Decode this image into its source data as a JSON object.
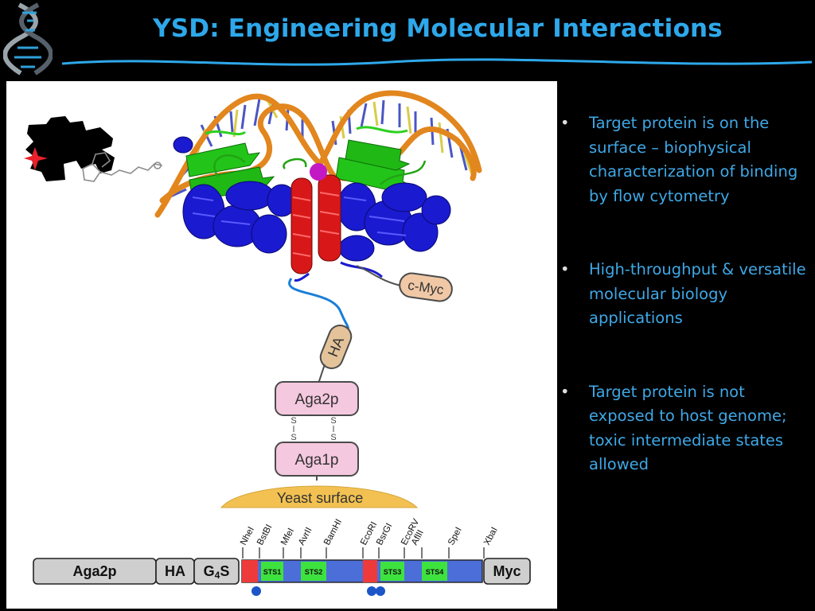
{
  "slide": {
    "title": "YSD: Engineering Molecular Interactions"
  },
  "bullets": [
    {
      "marker": "•",
      "text": "Target protein is on the surface – biophysical characterization of binding by flow cytometry"
    },
    {
      "marker": "•",
      "text": "High-throughput & versatile molecular biology applications"
    },
    {
      "marker": "•",
      "text": "Target protein is not exposed to host genome; toxic intermediate states allowed"
    }
  ],
  "figure": {
    "tags": {
      "cmyc": "c-Myc",
      "ha": "HA",
      "aga2p": "Aga2p",
      "aga1p": "Aga1p",
      "disulfide_s": "S",
      "yeast_surface": "Yeast surface"
    },
    "construct": {
      "aga2p": "Aga2p",
      "ha": "HA",
      "g4s_main": "G",
      "g4s_sub": "4",
      "g4s_end": "S",
      "myc": "Myc",
      "segments": [
        "STS1",
        "STS2",
        "STS3",
        "STS4"
      ],
      "sites": [
        "NheI",
        "BstBI",
        "MfeI",
        "AvrII",
        "BamHI",
        "EcoRI",
        "BsrGI",
        "EcoRV",
        "AflII",
        "SpeI",
        "XbaI"
      ]
    }
  }
}
